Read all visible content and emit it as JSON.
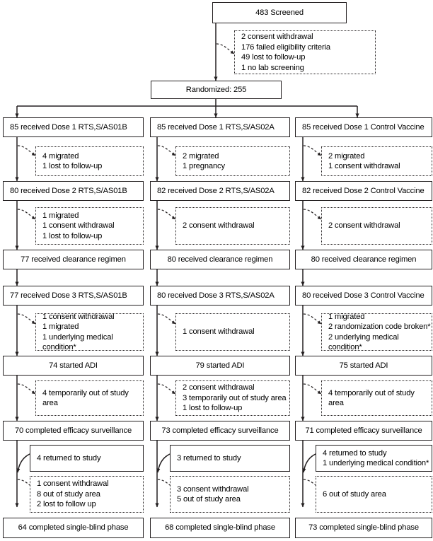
{
  "title": "CONSORT participant flow diagram",
  "nodes": {
    "screened": {
      "label": "483 Screened"
    },
    "screen_excl": {
      "label": "2 consent withdrawal\n176 failed eligibility criteria\n49 lost to follow-up\n1 no lab screening"
    },
    "randomized": {
      "label": "Randomized: 255"
    },
    "c1_dose1": {
      "label": "85 received Dose 1 RTS,S/AS01B"
    },
    "c1_excl1": {
      "label": "4 migrated\n1 lost to follow-up"
    },
    "c1_dose2": {
      "label": "80 received Dose 2 RTS,S/AS01B"
    },
    "c1_excl2": {
      "label": "1 migrated\n1 consent withdrawal\n1 lost to follow-up"
    },
    "c1_clearance": {
      "label": "77 received clearance regimen"
    },
    "c1_dose3": {
      "label": "77 received Dose 3 RTS,S/AS01B"
    },
    "c1_excl3": {
      "label": "1 consent withdrawal\n1 migrated\n1 underlying medical condition*"
    },
    "c1_adi": {
      "label": "74 started ADI"
    },
    "c1_excl4": {
      "label": "4 temporarily out of study area"
    },
    "c1_efficacy": {
      "label": "70 completed efficacy surveillance"
    },
    "c1_returned": {
      "label": "4 returned to study"
    },
    "c1_excl5": {
      "label": "1 consent withdrawal\n8 out of study area\n2 lost to follow up"
    },
    "c1_final": {
      "label": "64 completed single-blind phase"
    },
    "c2_dose1": {
      "label": "85 received Dose 1 RTS,S/AS02A"
    },
    "c2_excl1": {
      "label": "2 migrated\n1 pregnancy"
    },
    "c2_dose2": {
      "label": "82 received Dose 2 RTS,S/AS02A"
    },
    "c2_excl2": {
      "label": "2 consent withdrawal"
    },
    "c2_clearance": {
      "label": "80 received clearance regimen"
    },
    "c2_dose3": {
      "label": "80 received Dose 3 RTS,S/AS02A"
    },
    "c2_excl3": {
      "label": "1 consent withdrawal"
    },
    "c2_adi": {
      "label": "79 started ADI"
    },
    "c2_excl4": {
      "label": "2 consent withdrawal\n3 temporarily out of study area\n1 lost to follow-up"
    },
    "c2_efficacy": {
      "label": "73 completed efficacy surveillance"
    },
    "c2_returned": {
      "label": "3 returned to study"
    },
    "c2_excl5": {
      "label": "3 consent withdrawal\n5 out of study area"
    },
    "c2_final": {
      "label": "68 completed single-blind phase"
    },
    "c3_dose1": {
      "label": "85 received Dose 1 Control Vaccine"
    },
    "c3_excl1": {
      "label": "2 migrated\n1 consent withdrawal"
    },
    "c3_dose2": {
      "label": "82 received Dose 2 Control Vaccine"
    },
    "c3_excl2": {
      "label": "2 consent withdrawal"
    },
    "c3_clearance": {
      "label": "80 received clearance regimen"
    },
    "c3_dose3": {
      "label": "80 received Dose 3 Control Vaccine"
    },
    "c3_excl3": {
      "label": "1 migrated\n2 randomization code broken*\n2 underlying medical condition*"
    },
    "c3_adi": {
      "label": "75 started ADI"
    },
    "c3_excl4": {
      "label": "4 temporarily out of study area"
    },
    "c3_efficacy": {
      "label": "71 completed efficacy surveillance"
    },
    "c3_returned": {
      "label": "4 returned to study\n1 underlying medical condition*"
    },
    "c3_excl5": {
      "label": "6 out of study area"
    },
    "c3_final": {
      "label": "73 completed single-blind phase"
    }
  },
  "colors": {
    "stroke": "#231f20",
    "background": "#ffffff"
  }
}
